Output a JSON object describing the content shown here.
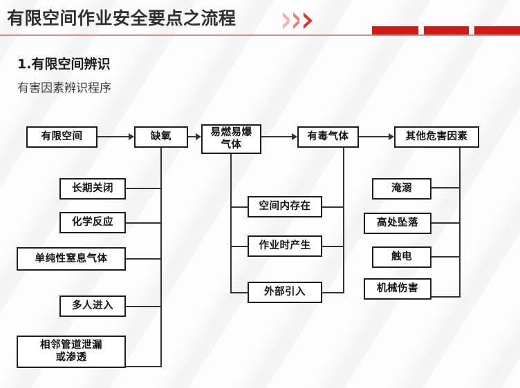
{
  "header": {
    "title": "有限空间作业安全要点之流程",
    "chevrons": [
      "chevron-1",
      "chevron-2",
      "chevron-3"
    ],
    "accent_color": "#cf1b16",
    "rule_color": "#d98b8b",
    "blocks": [
      "block-1",
      "block-2",
      "block-3"
    ]
  },
  "section": {
    "number_title": "1.有限空间辨识",
    "subtitle": "有害因素辨识程序"
  },
  "flow": {
    "top_row": [
      {
        "id": "confined-space",
        "label": "有限空间"
      },
      {
        "id": "oxygen-deficiency",
        "label": "缺氧"
      },
      {
        "id": "flammable-explosive-gas",
        "label": "易燃易爆\n气体"
      },
      {
        "id": "toxic-gas",
        "label": "有毒气体"
      },
      {
        "id": "other-hazard-factors",
        "label": "其他危害因素"
      }
    ],
    "column_left": [
      {
        "id": "long-term-closed",
        "label": "长期关闭"
      },
      {
        "id": "chemical-reaction",
        "label": "化学反应"
      },
      {
        "id": "simple-asphyxiant-gas",
        "label": "单纯性窒息气体"
      },
      {
        "id": "multiple-people-entry",
        "label": "多人进入"
      },
      {
        "id": "adjacent-pipe-leak",
        "label": "相邻管道泄漏\n或渗透"
      }
    ],
    "column_middle": [
      {
        "id": "exists-in-space",
        "label": "空间内存在"
      },
      {
        "id": "generated-during-work",
        "label": "作业时产生"
      },
      {
        "id": "introduced-externally",
        "label": "外部引入"
      }
    ],
    "column_right": [
      {
        "id": "drowning",
        "label": "淹溺"
      },
      {
        "id": "fall-from-height",
        "label": "高处坠落"
      },
      {
        "id": "electric-shock",
        "label": "触电"
      },
      {
        "id": "mechanical-injury",
        "label": "机械伤害"
      }
    ]
  }
}
